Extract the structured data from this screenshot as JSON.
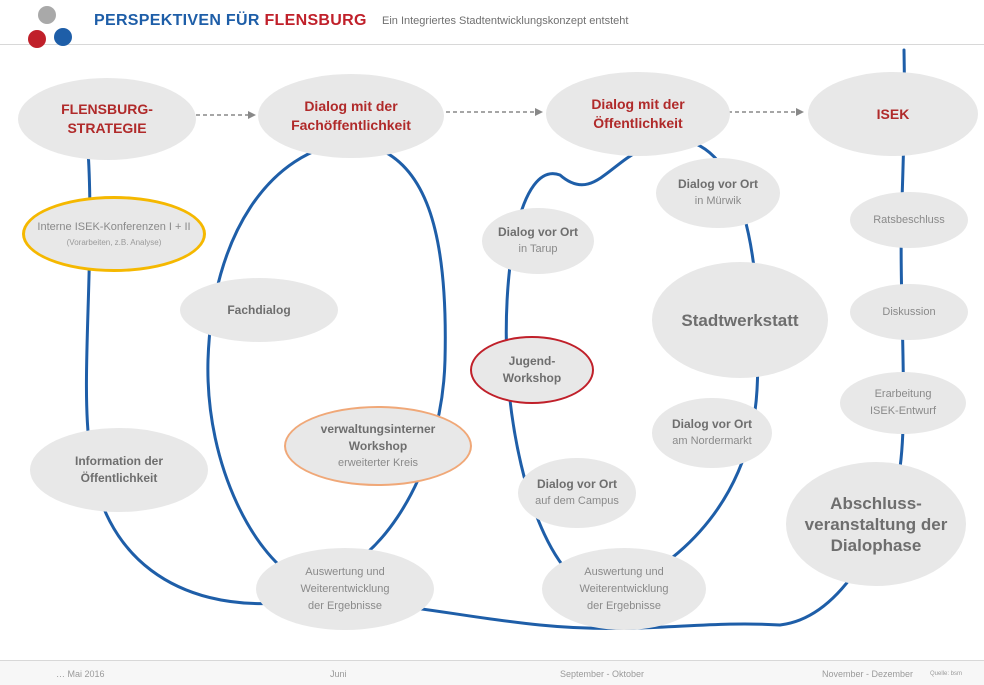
{
  "header": {
    "brand_part1": "PERSPEKTIVEN FÜR ",
    "brand_part2": "FLENSBURG",
    "subtitle": "Ein Integriertes Stadtentwicklungskonzept entsteht"
  },
  "phases": {
    "strategie": "FLENSBURG-\nSTRATEGIE",
    "fach": "Dialog mit der\nFachöffentlichkeit",
    "oeff": "Dialog mit der\nÖffentlichkeit",
    "isek": "ISEK"
  },
  "nodes": {
    "konferenzen_title": "Interne ISEK-Konferenzen I + II",
    "konferenzen_sub": "(Vorarbeiten, z.B. Analyse)",
    "info": "Information der\nÖffentlichkeit",
    "fachdialog": "Fachdialog",
    "workshop_title": "verwaltungsinterner\nWorkshop",
    "workshop_sub": "erweiterter Kreis",
    "auswertung_1": "Auswertung und\nWeiterentwicklung\nder Ergebnisse",
    "tarup_title": "Dialog vor Ort",
    "tarup_sub": "in Tarup",
    "muerwik_title": "Dialog vor Ort",
    "muerwik_sub": "in Mürwik",
    "stadtwerkstatt": "Stadtwerkstatt",
    "jugend": "Jugend-\nWorkshop",
    "nordermarkt_title": "Dialog vor Ort",
    "nordermarkt_sub": "am Nordermarkt",
    "campus_title": "Dialog vor Ort",
    "campus_sub": "auf dem Campus",
    "auswertung_2": "Auswertung und\nWeiterentwicklung\nder Ergebnisse",
    "ratsbeschluss": "Ratsbeschluss",
    "diskussion": "Diskussion",
    "erarbeitung": "Erarbeitung\nISEK-Entwurf",
    "abschluss": "Abschluss-\nveranstaltung der\nDialophase"
  },
  "timeline": {
    "mai": "… Mai 2016",
    "juni": "Juni",
    "sep": "September - Oktober",
    "nov": "November - Dezember",
    "credit": "Quelle: bsm"
  },
  "colors": {
    "line_blue": "#1e5ea8",
    "highlight_yellow": "#f5b800",
    "highlight_orange": "#f0a878",
    "highlight_red": "#c0202a",
    "node_fill": "#e8e8e8"
  }
}
